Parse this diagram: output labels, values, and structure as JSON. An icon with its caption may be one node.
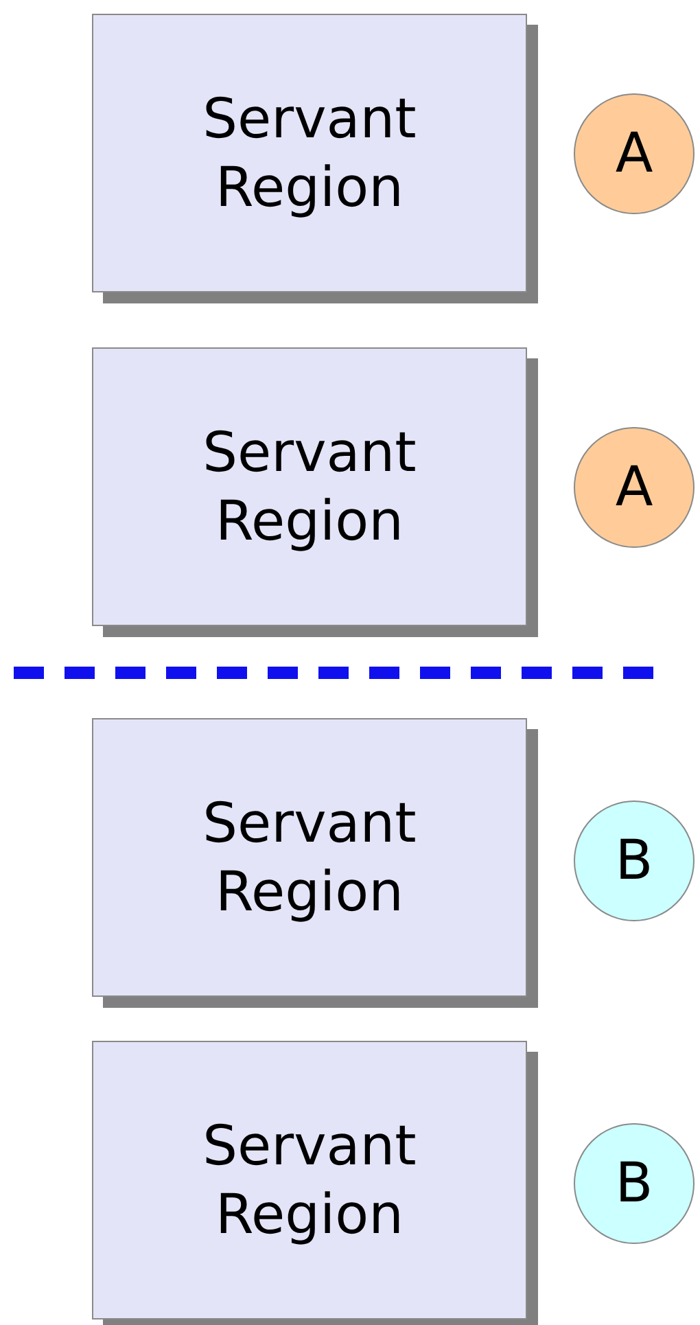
{
  "diagram": {
    "nodes": [
      {
        "text": [
          "Servant Region"
        ]
      },
      {
        "text": [
          "A"
        ]
      },
      {
        "text": [
          "Servant Region"
        ]
      },
      {
        "text": [
          "A"
        ]
      },
      {
        "text": [
          "Servant Region"
        ]
      },
      {
        "text": [
          "B"
        ]
      },
      {
        "text": [
          "Servant Region"
        ]
      },
      {
        "text": [
          "B"
        ]
      }
    ]
  }
}
